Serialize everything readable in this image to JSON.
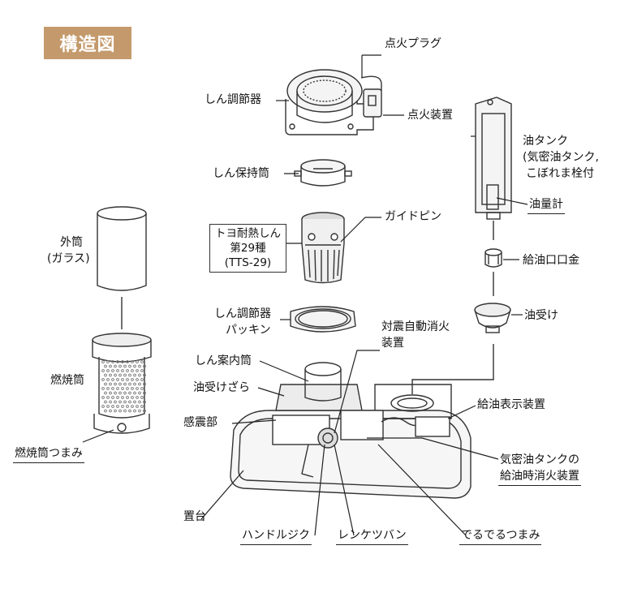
{
  "title": "構造図",
  "colors": {
    "badge": "#c49a6c",
    "line": "#222222",
    "part": "#555555",
    "fill": "#e9e9e9"
  },
  "labels": {
    "ignition_plug": "点火プラグ",
    "wick_adjuster": "しん調節器",
    "igniter": "点火装置",
    "wick_holder": "しん保持筒",
    "guide_pin": "ガイドピン",
    "wick_line1": "トヨ耐熱しん",
    "wick_line2": "第29種",
    "wick_line3": "(TTS-29)",
    "gasket_line1": "しん調節器",
    "gasket_line2": "パッキン",
    "outer_line1": "外筒",
    "outer_line2": "(ガラス)",
    "burner": "燃焼筒",
    "burner_knob": "燃焼筒つまみ",
    "oil_tank_line1": "油タンク",
    "oil_tank_line2": "(気密油タンク,",
    "oil_tank_line3": "こぼれま栓付",
    "oil_gauge": "油量計",
    "oil_cap": "給油口口金",
    "oil_receiver": "油受け",
    "quake_line1": "対震自動消火",
    "quake_line2": "装置",
    "wick_guide": "しん案内筒",
    "oil_tray": "油受けざら",
    "sensor": "感震部",
    "refuel_indicator": "給油表示装置",
    "airtight_line1": "気密油タンクの",
    "airtight_line2": "給油時消火装置",
    "base": "置台",
    "handle_jig": "ハンドルジク",
    "link_lever": "レンケツバン",
    "knob": "でるでるつまみ"
  }
}
